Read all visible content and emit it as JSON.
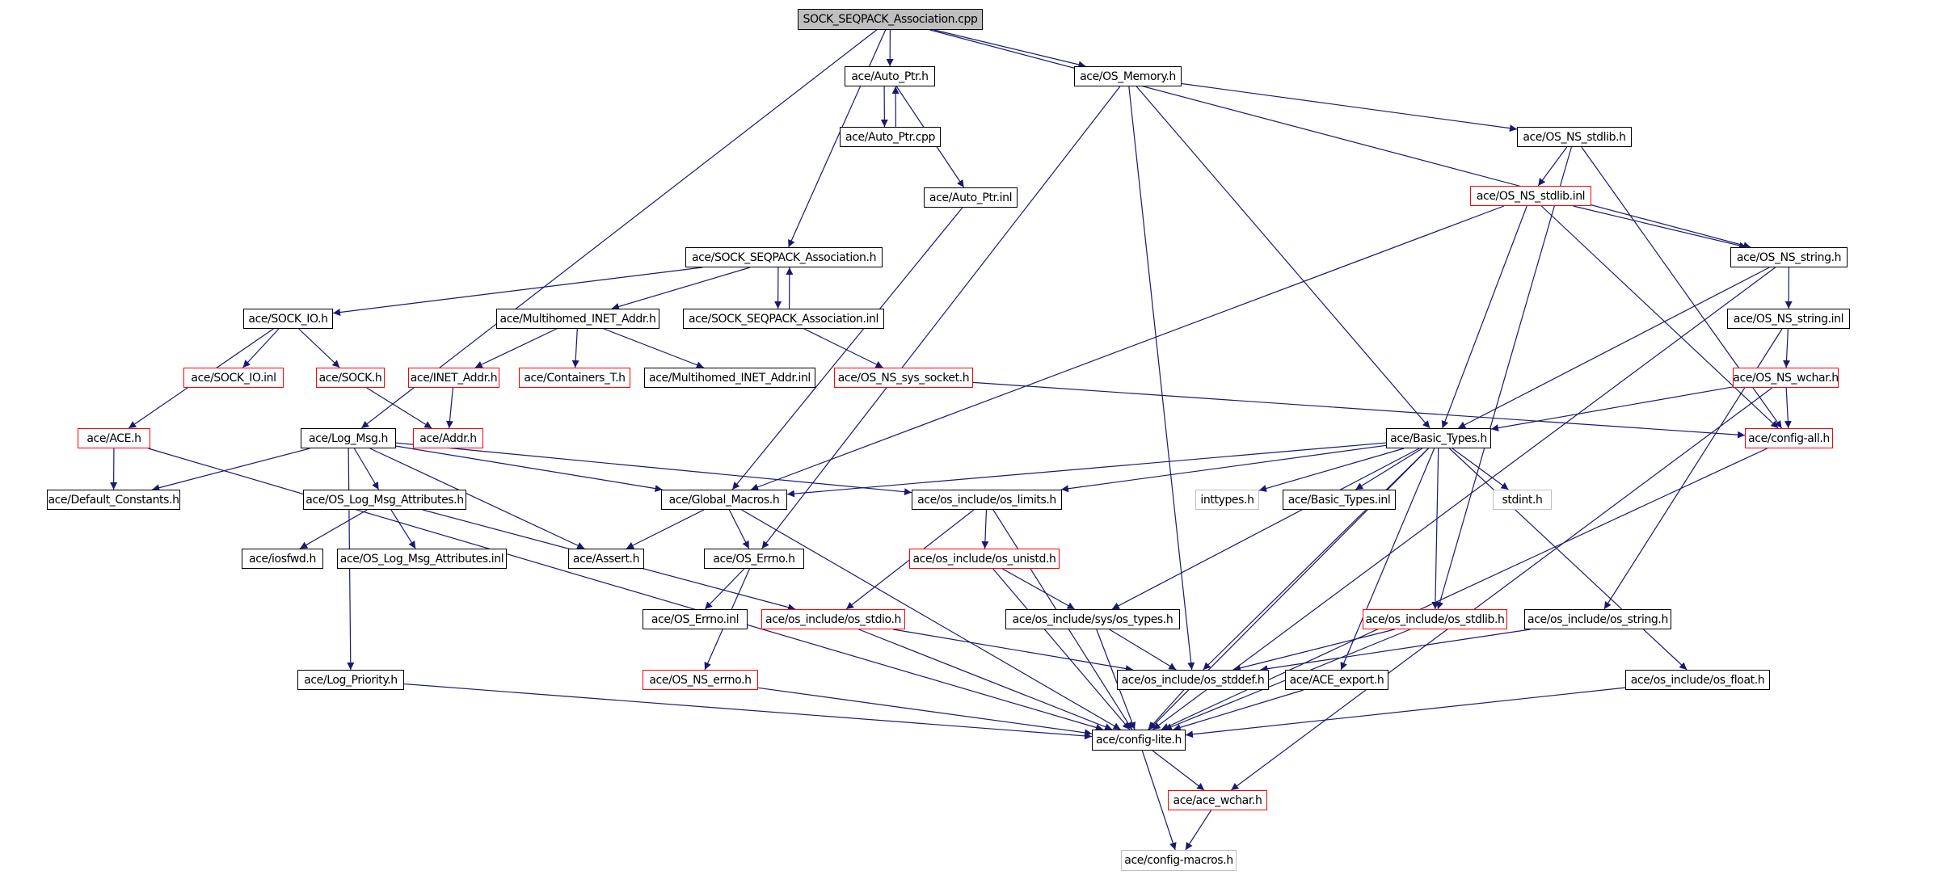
{
  "graph": {
    "title": "SOCK_SEQPACK_Association.cpp",
    "edge_color": "#191970",
    "colors": {
      "normal_border": "#000000",
      "truncated_border": "#ff0000",
      "external_border": "#bfbfbf",
      "root_fill": "#bfbfbf"
    },
    "nodes": [
      {
        "id": "root",
        "label": "SOCK_SEQPACK_Association.cpp",
        "style": "root"
      },
      {
        "id": "auto_ptr_h",
        "label": "ace/Auto_Ptr.h",
        "style": "normal"
      },
      {
        "id": "auto_ptr_cpp",
        "label": "ace/Auto_Ptr.cpp",
        "style": "normal"
      },
      {
        "id": "auto_ptr_inl",
        "label": "ace/Auto_Ptr.inl",
        "style": "normal"
      },
      {
        "id": "os_memory_h",
        "label": "ace/OS_Memory.h",
        "style": "normal"
      },
      {
        "id": "os_ns_stdlib_h",
        "label": "ace/OS_NS_stdlib.h",
        "style": "normal"
      },
      {
        "id": "os_ns_stdlib_inl",
        "label": "ace/OS_NS_stdlib.inl",
        "style": "red"
      },
      {
        "id": "os_ns_string_h",
        "label": "ace/OS_NS_string.h",
        "style": "normal"
      },
      {
        "id": "sock_seqpack_h",
        "label": "ace/SOCK_SEQPACK_Association.h",
        "style": "normal"
      },
      {
        "id": "sock_io_h",
        "label": "ace/SOCK_IO.h",
        "style": "normal"
      },
      {
        "id": "multihomed_h",
        "label": "ace/Multihomed_INET_Addr.h",
        "style": "normal"
      },
      {
        "id": "sock_seqpack_inl",
        "label": "ace/SOCK_SEQPACK_Association.inl",
        "style": "normal"
      },
      {
        "id": "os_ns_string_inl",
        "label": "ace/OS_NS_string.inl",
        "style": "normal"
      },
      {
        "id": "sock_io_inl",
        "label": "ace/SOCK_IO.inl",
        "style": "red"
      },
      {
        "id": "sock_h",
        "label": "ace/SOCK.h",
        "style": "red"
      },
      {
        "id": "inet_addr_h",
        "label": "ace/INET_Addr.h",
        "style": "red"
      },
      {
        "id": "containers_t_h",
        "label": "ace/Containers_T.h",
        "style": "red"
      },
      {
        "id": "multihomed_inl",
        "label": "ace/Multihomed_INET_Addr.inl",
        "style": "normal"
      },
      {
        "id": "os_ns_sys_socket_h",
        "label": "ace/OS_NS_sys_socket.h",
        "style": "red"
      },
      {
        "id": "os_ns_wchar_h",
        "label": "ace/OS_NS_wchar.h",
        "style": "red"
      },
      {
        "id": "ace_h",
        "label": "ace/ACE.h",
        "style": "red"
      },
      {
        "id": "log_msg_h",
        "label": "ace/Log_Msg.h",
        "style": "normal"
      },
      {
        "id": "addr_h",
        "label": "ace/Addr.h",
        "style": "red"
      },
      {
        "id": "basic_types_h",
        "label": "ace/Basic_Types.h",
        "style": "normal"
      },
      {
        "id": "config_all_h",
        "label": "ace/config-all.h",
        "style": "red"
      },
      {
        "id": "default_constants_h",
        "label": "ace/Default_Constants.h",
        "style": "normal"
      },
      {
        "id": "os_log_msg_attr_h",
        "label": "ace/OS_Log_Msg_Attributes.h",
        "style": "normal"
      },
      {
        "id": "global_macros_h",
        "label": "ace/Global_Macros.h",
        "style": "normal"
      },
      {
        "id": "os_limits_h",
        "label": "ace/os_include/os_limits.h",
        "style": "normal"
      },
      {
        "id": "inttypes_h",
        "label": "inttypes.h",
        "style": "gray"
      },
      {
        "id": "basic_types_inl",
        "label": "ace/Basic_Types.inl",
        "style": "normal"
      },
      {
        "id": "stdint_h",
        "label": "stdint.h",
        "style": "gray"
      },
      {
        "id": "iosfwd_h",
        "label": "ace/iosfwd.h",
        "style": "normal"
      },
      {
        "id": "os_log_msg_attr_inl",
        "label": "ace/OS_Log_Msg_Attributes.inl",
        "style": "normal"
      },
      {
        "id": "assert_h",
        "label": "ace/Assert.h",
        "style": "normal"
      },
      {
        "id": "os_errno_h",
        "label": "ace/OS_Errno.h",
        "style": "normal"
      },
      {
        "id": "os_unistd_h",
        "label": "ace/os_include/os_unistd.h",
        "style": "red"
      },
      {
        "id": "os_errno_inl",
        "label": "ace/OS_Errno.inl",
        "style": "normal"
      },
      {
        "id": "os_stdio_h",
        "label": "ace/os_include/os_stdio.h",
        "style": "red"
      },
      {
        "id": "os_types_h",
        "label": "ace/os_include/sys/os_types.h",
        "style": "normal"
      },
      {
        "id": "os_stdlib_h",
        "label": "ace/os_include/os_stdlib.h",
        "style": "red"
      },
      {
        "id": "os_string_h",
        "label": "ace/os_include/os_string.h",
        "style": "normal"
      },
      {
        "id": "log_priority_h",
        "label": "ace/Log_Priority.h",
        "style": "normal"
      },
      {
        "id": "os_ns_errno_h",
        "label": "ace/OS_NS_errno.h",
        "style": "red"
      },
      {
        "id": "os_stddef_h",
        "label": "ace/os_include/os_stddef.h",
        "style": "normal"
      },
      {
        "id": "ace_export_h",
        "label": "ace/ACE_export.h",
        "style": "normal"
      },
      {
        "id": "os_float_h",
        "label": "ace/os_include/os_float.h",
        "style": "normal"
      },
      {
        "id": "config_lite_h",
        "label": "ace/config-lite.h",
        "style": "normal"
      },
      {
        "id": "ace_wchar_h",
        "label": "ace/ace_wchar.h",
        "style": "red"
      },
      {
        "id": "config_macros_h",
        "label": "ace/config-macros.h",
        "style": "gray"
      }
    ],
    "edges": [
      [
        "root",
        "auto_ptr_h"
      ],
      [
        "root",
        "os_memory_h"
      ],
      [
        "root",
        "sock_seqpack_h"
      ],
      [
        "root",
        "log_msg_h"
      ],
      [
        "root",
        "os_ns_string_h"
      ],
      [
        "auto_ptr_h",
        "auto_ptr_cpp"
      ],
      [
        "auto_ptr_cpp",
        "auto_ptr_h"
      ],
      [
        "auto_ptr_h",
        "auto_ptr_inl"
      ],
      [
        "auto_ptr_inl",
        "global_macros_h"
      ],
      [
        "os_memory_h",
        "os_ns_stdlib_h"
      ],
      [
        "os_memory_h",
        "os_errno_h"
      ],
      [
        "os_memory_h",
        "os_stddef_h"
      ],
      [
        "os_memory_h",
        "basic_types_h"
      ],
      [
        "os_ns_stdlib_h",
        "os_ns_stdlib_inl"
      ],
      [
        "os_ns_stdlib_h",
        "os_stdlib_h"
      ],
      [
        "os_ns_stdlib_h",
        "config_all_h"
      ],
      [
        "os_ns_stdlib_inl",
        "os_ns_string_h"
      ],
      [
        "os_ns_stdlib_inl",
        "global_macros_h"
      ],
      [
        "os_ns_stdlib_inl",
        "basic_types_h"
      ],
      [
        "os_ns_stdlib_inl",
        "config_all_h"
      ],
      [
        "os_ns_string_h",
        "os_ns_string_inl"
      ],
      [
        "os_ns_string_h",
        "basic_types_h"
      ],
      [
        "os_ns_string_h",
        "config_lite_h"
      ],
      [
        "os_ns_string_inl",
        "os_ns_wchar_h"
      ],
      [
        "os_ns_string_inl",
        "os_string_h"
      ],
      [
        "os_ns_wchar_h",
        "config_all_h"
      ],
      [
        "os_ns_wchar_h",
        "basic_types_h"
      ],
      [
        "os_ns_wchar_h",
        "ace_wchar_h"
      ],
      [
        "sock_seqpack_h",
        "sock_io_h"
      ],
      [
        "sock_seqpack_h",
        "multihomed_h"
      ],
      [
        "sock_seqpack_h",
        "sock_seqpack_inl"
      ],
      [
        "sock_seqpack_inl",
        "sock_seqpack_h"
      ],
      [
        "sock_seqpack_inl",
        "os_ns_sys_socket_h"
      ],
      [
        "os_ns_sys_socket_h",
        "config_all_h"
      ],
      [
        "sock_io_h",
        "sock_io_inl"
      ],
      [
        "sock_io_h",
        "sock_h"
      ],
      [
        "sock_io_h",
        "ace_h"
      ],
      [
        "sock_h",
        "addr_h"
      ],
      [
        "multihomed_h",
        "inet_addr_h"
      ],
      [
        "multihomed_h",
        "containers_t_h"
      ],
      [
        "multihomed_h",
        "multihomed_inl"
      ],
      [
        "inet_addr_h",
        "addr_h"
      ],
      [
        "ace_h",
        "default_constants_h"
      ],
      [
        "ace_h",
        "config_lite_h"
      ],
      [
        "log_msg_h",
        "default_constants_h"
      ],
      [
        "log_msg_h",
        "os_log_msg_attr_h"
      ],
      [
        "log_msg_h",
        "assert_h"
      ],
      [
        "log_msg_h",
        "global_macros_h"
      ],
      [
        "log_msg_h",
        "os_limits_h"
      ],
      [
        "log_msg_h",
        "log_priority_h"
      ],
      [
        "os_log_msg_attr_h",
        "iosfwd_h"
      ],
      [
        "os_log_msg_attr_h",
        "os_log_msg_attr_inl"
      ],
      [
        "os_log_msg_attr_h",
        "os_stdio_h"
      ],
      [
        "global_macros_h",
        "assert_h"
      ],
      [
        "global_macros_h",
        "os_errno_h"
      ],
      [
        "global_macros_h",
        "config_lite_h"
      ],
      [
        "os_errno_h",
        "os_errno_inl"
      ],
      [
        "os_errno_h",
        "os_ns_errno_h"
      ],
      [
        "os_ns_errno_h",
        "config_lite_h"
      ],
      [
        "basic_types_h",
        "os_limits_h"
      ],
      [
        "basic_types_h",
        "global_macros_h"
      ],
      [
        "basic_types_h",
        "inttypes_h"
      ],
      [
        "basic_types_h",
        "basic_types_inl"
      ],
      [
        "basic_types_h",
        "stdint_h"
      ],
      [
        "basic_types_h",
        "os_types_h"
      ],
      [
        "basic_types_h",
        "os_stddef_h"
      ],
      [
        "basic_types_h",
        "os_stdlib_h"
      ],
      [
        "basic_types_h",
        "ace_export_h"
      ],
      [
        "basic_types_h",
        "os_float_h"
      ],
      [
        "basic_types_h",
        "config_lite_h"
      ],
      [
        "os_limits_h",
        "os_unistd_h"
      ],
      [
        "os_limits_h",
        "os_stdio_h"
      ],
      [
        "os_limits_h",
        "config_lite_h"
      ],
      [
        "os_unistd_h",
        "os_types_h"
      ],
      [
        "os_unistd_h",
        "config_lite_h"
      ],
      [
        "os_stdio_h",
        "os_stddef_h"
      ],
      [
        "os_stdio_h",
        "config_lite_h"
      ],
      [
        "os_types_h",
        "os_stddef_h"
      ],
      [
        "os_types_h",
        "config_lite_h"
      ],
      [
        "os_stdlib_h",
        "os_stddef_h"
      ],
      [
        "os_stdlib_h",
        "config_lite_h"
      ],
      [
        "os_string_h",
        "os_stddef_h"
      ],
      [
        "os_stddef_h",
        "config_lite_h"
      ],
      [
        "ace_export_h",
        "config_lite_h"
      ],
      [
        "os_float_h",
        "config_lite_h"
      ],
      [
        "config_all_h",
        "config_lite_h"
      ],
      [
        "log_priority_h",
        "config_lite_h"
      ],
      [
        "config_lite_h",
        "ace_wchar_h"
      ],
      [
        "config_lite_h",
        "config_macros_h"
      ],
      [
        "ace_wchar_h",
        "config_macros_h"
      ]
    ]
  }
}
